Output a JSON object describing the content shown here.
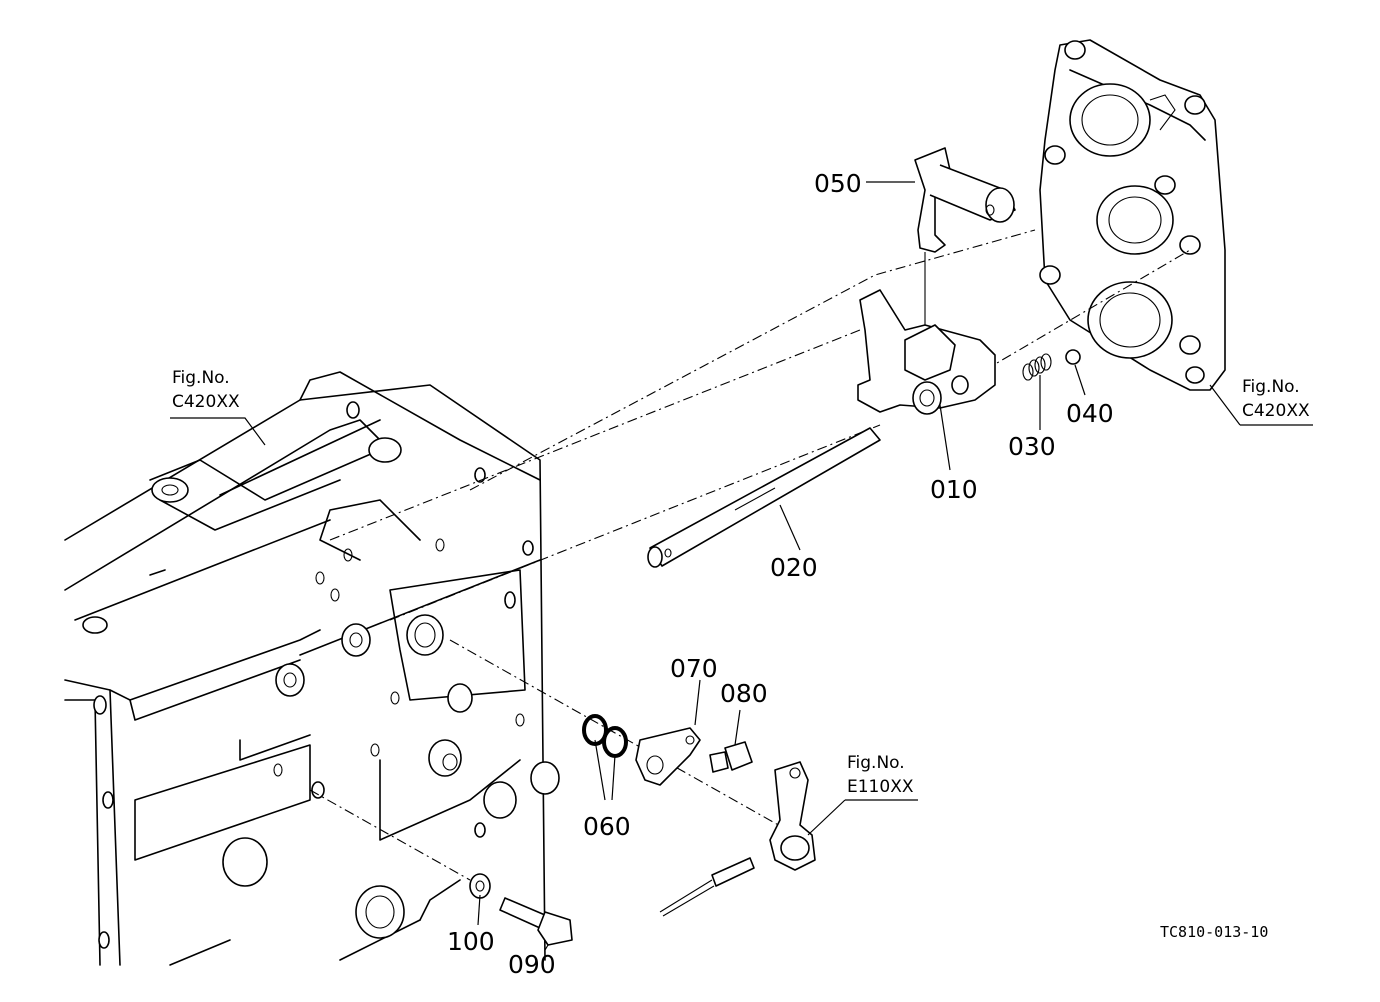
{
  "part_labels": [
    {
      "id": "010",
      "text": "010"
    },
    {
      "id": "020",
      "text": "020"
    },
    {
      "id": "030",
      "text": "030"
    },
    {
      "id": "040",
      "text": "040"
    },
    {
      "id": "050",
      "text": "050"
    },
    {
      "id": "060",
      "text": "060"
    },
    {
      "id": "070",
      "text": "070"
    },
    {
      "id": "080",
      "text": "080"
    },
    {
      "id": "090",
      "text": "090"
    },
    {
      "id": "100",
      "text": "100"
    }
  ],
  "figure_refs": [
    {
      "prefix": "Fig.No.",
      "code": "C420XX"
    },
    {
      "prefix": "Fig.No.",
      "code": "C420XX"
    },
    {
      "prefix": "Fig.No.",
      "code": "E110XX"
    }
  ],
  "drawing_code": "TC810-013-10"
}
